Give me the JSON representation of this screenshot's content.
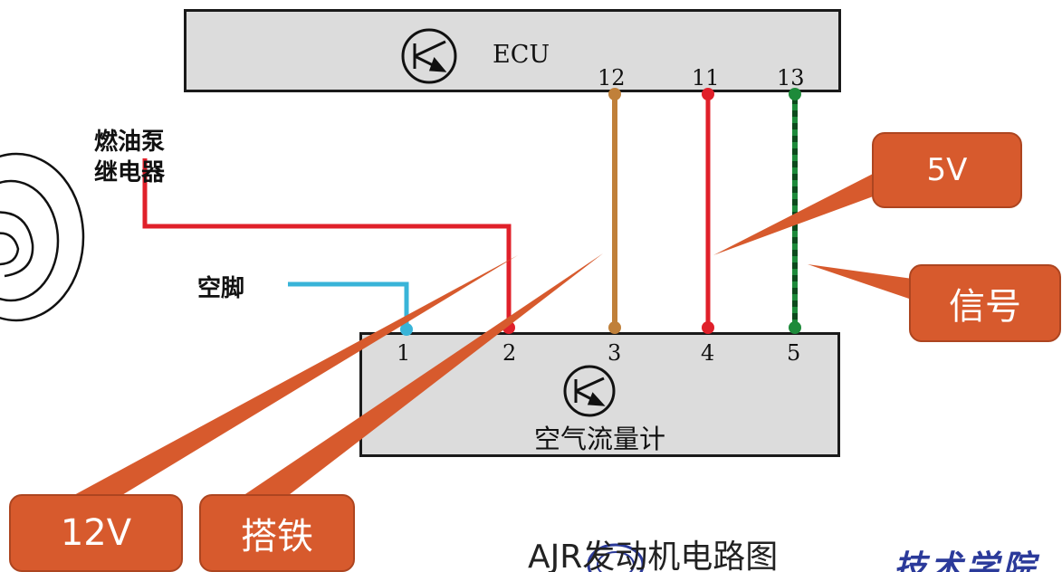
{
  "ecu": {
    "label": "ECU",
    "pins": [
      "12",
      "11",
      "13"
    ]
  },
  "maf": {
    "label": "空气流量计",
    "pins": [
      "1",
      "2",
      "3",
      "4",
      "5"
    ]
  },
  "labels": {
    "fuel_pump_relay_line1": "燃油泵",
    "fuel_pump_relay_line2": "继电器",
    "empty_pin": "空脚"
  },
  "callouts": {
    "v5": "5V",
    "signal": "信号",
    "v12": "12V",
    "ground": "搭铁"
  },
  "footer": {
    "title": "AJR发动机电路图",
    "watermark": "技术学院"
  },
  "colors": {
    "wire_red": "#e0202a",
    "wire_brown": "#c0803a",
    "wire_green": "#1d8a3a",
    "wire_blue": "#39b4d8",
    "callout": "#d75a2d",
    "watermark": "#2b3a9a"
  }
}
